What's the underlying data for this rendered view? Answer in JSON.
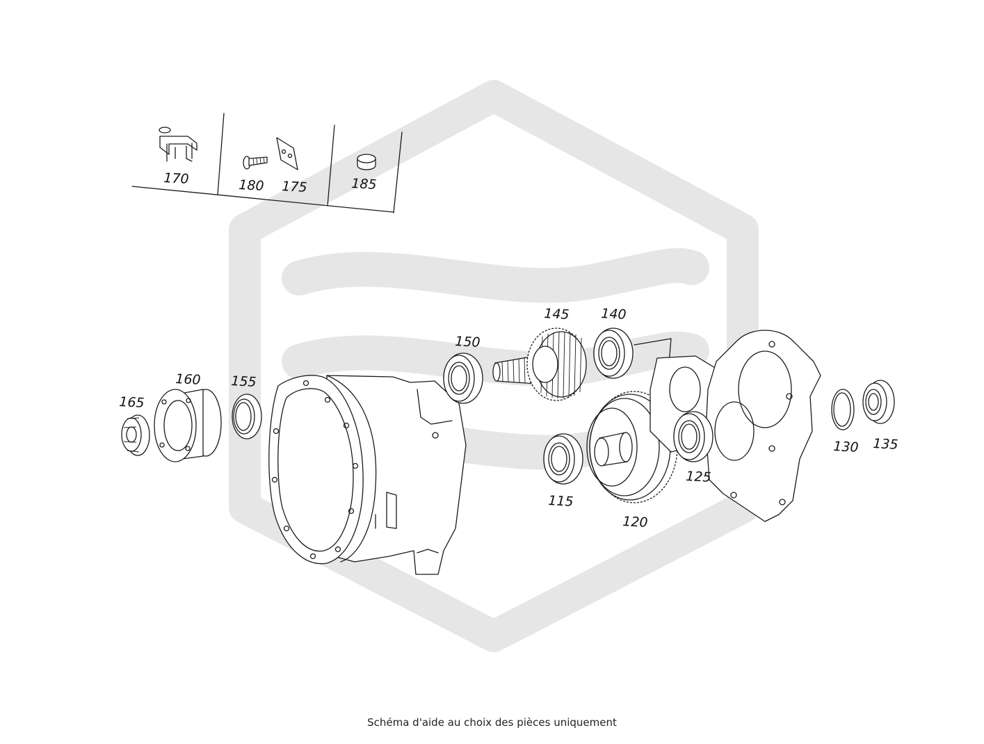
{
  "caption": "Schéma d'aide au choix des pièces uniquement",
  "watermark_icon": "brand-logo-watermark",
  "colors": {
    "ink": "#1a1a1a",
    "watermark": "#e6e6e6",
    "background": "#ffffff"
  },
  "parts": [
    {
      "id": "170",
      "label": "170",
      "name": "lever bracket"
    },
    {
      "id": "180",
      "label": "180",
      "name": "screw"
    },
    {
      "id": "175",
      "label": "175",
      "name": "plate"
    },
    {
      "id": "185",
      "label": "185",
      "name": "plug"
    },
    {
      "id": "165",
      "label": "165",
      "name": "nut"
    },
    {
      "id": "160",
      "label": "160",
      "name": "flange"
    },
    {
      "id": "155",
      "label": "155",
      "name": "seal ring"
    },
    {
      "id": "150",
      "label": "150",
      "name": "bearing"
    },
    {
      "id": "145",
      "label": "145",
      "name": "gear shaft"
    },
    {
      "id": "140",
      "label": "140",
      "name": "bearing"
    },
    {
      "id": "115",
      "label": "115",
      "name": "bearing"
    },
    {
      "id": "120",
      "label": "120",
      "name": "gear"
    },
    {
      "id": "125",
      "label": "125",
      "name": "bearing"
    },
    {
      "id": "130",
      "label": "130",
      "name": "circlip"
    },
    {
      "id": "135",
      "label": "135",
      "name": "seal"
    }
  ]
}
